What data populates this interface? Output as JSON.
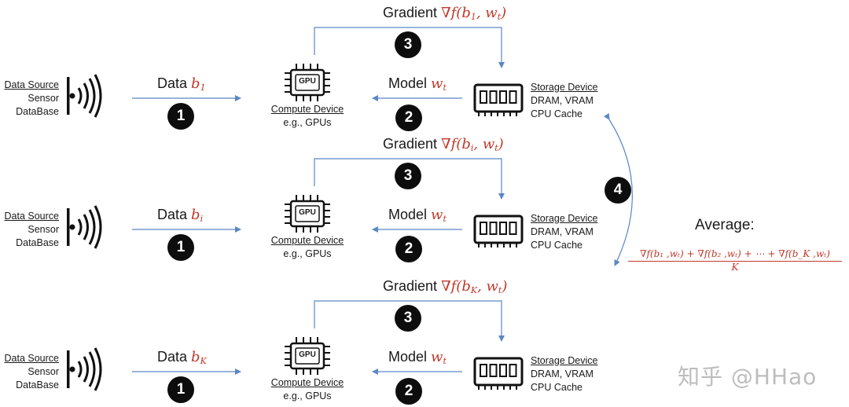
{
  "rows": [
    {
      "source": {
        "title": "Data Source",
        "line2": "Sensor",
        "line3": "DataBase"
      },
      "data_label": "Data",
      "data_var": "b",
      "data_sub": "1",
      "compute": {
        "chip": "GPU",
        "title": "Compute Device",
        "subtitle": "e.g., GPUs"
      },
      "model_label": "Model",
      "model_var": "w",
      "model_sub": "t",
      "gradient_label": "Gradient",
      "gradient_expr": "∇f(b",
      "gradient_sub": "1",
      "gradient_tail": ", w",
      "gradient_tail_sub": "t",
      "gradient_close": ")",
      "storage": {
        "title": "Storage Device",
        "line2": "DRAM, VRAM",
        "line3": "CPU Cache"
      },
      "step_data": "1",
      "step_model": "2",
      "step_grad": "3"
    },
    {
      "source": {
        "title": "Data Source",
        "line2": "Sensor",
        "line3": "DataBase"
      },
      "data_label": "Data",
      "data_var": "b",
      "data_sub": "i",
      "compute": {
        "chip": "GPU",
        "title": "Compute Device",
        "subtitle": "e.g., GPUs"
      },
      "model_label": "Model",
      "model_var": "w",
      "model_sub": "t",
      "gradient_label": "Gradient",
      "gradient_expr": "∇f(b",
      "gradient_sub": "i",
      "gradient_tail": ", w",
      "gradient_tail_sub": "t",
      "gradient_close": ")",
      "storage": {
        "title": "Storage Device",
        "line2": "DRAM, VRAM",
        "line3": "CPU Cache"
      },
      "step_data": "1",
      "step_model": "2",
      "step_grad": "3"
    },
    {
      "source": {
        "title": "Data Source",
        "line2": "Sensor",
        "line3": "DataBase"
      },
      "data_label": "Data",
      "data_var": "b",
      "data_sub": "K",
      "compute": {
        "chip": "GPU",
        "title": "Compute Device",
        "subtitle": "e.g., GPUs"
      },
      "model_label": "Model",
      "model_var": "w",
      "model_sub": "t",
      "gradient_label": "Gradient",
      "gradient_expr": "∇f(b",
      "gradient_sub": "K",
      "gradient_tail": ", w",
      "gradient_tail_sub": "t",
      "gradient_close": ")",
      "storage": {
        "title": "Storage Device",
        "line2": "DRAM, VRAM",
        "line3": "CPU Cache"
      },
      "step_data": "1",
      "step_model": "2",
      "step_grad": "3"
    }
  ],
  "aggregate": {
    "step": "4",
    "label": "Average:",
    "numerator": "∇f(b₁ ,wₜ) + ∇f(b₂ ,wₜ) + ⋯ + ∇f(b_K ,wₜ)",
    "denominator": "K"
  },
  "watermark": "知乎 @HHao",
  "colors": {
    "arrow": "#5b87c5",
    "math": "#c0392b",
    "badge": "#0d0d0d"
  },
  "icons": {
    "source": "wireless-signal-icon",
    "compute": "gpu-chip-icon",
    "storage": "ram-module-icon"
  }
}
